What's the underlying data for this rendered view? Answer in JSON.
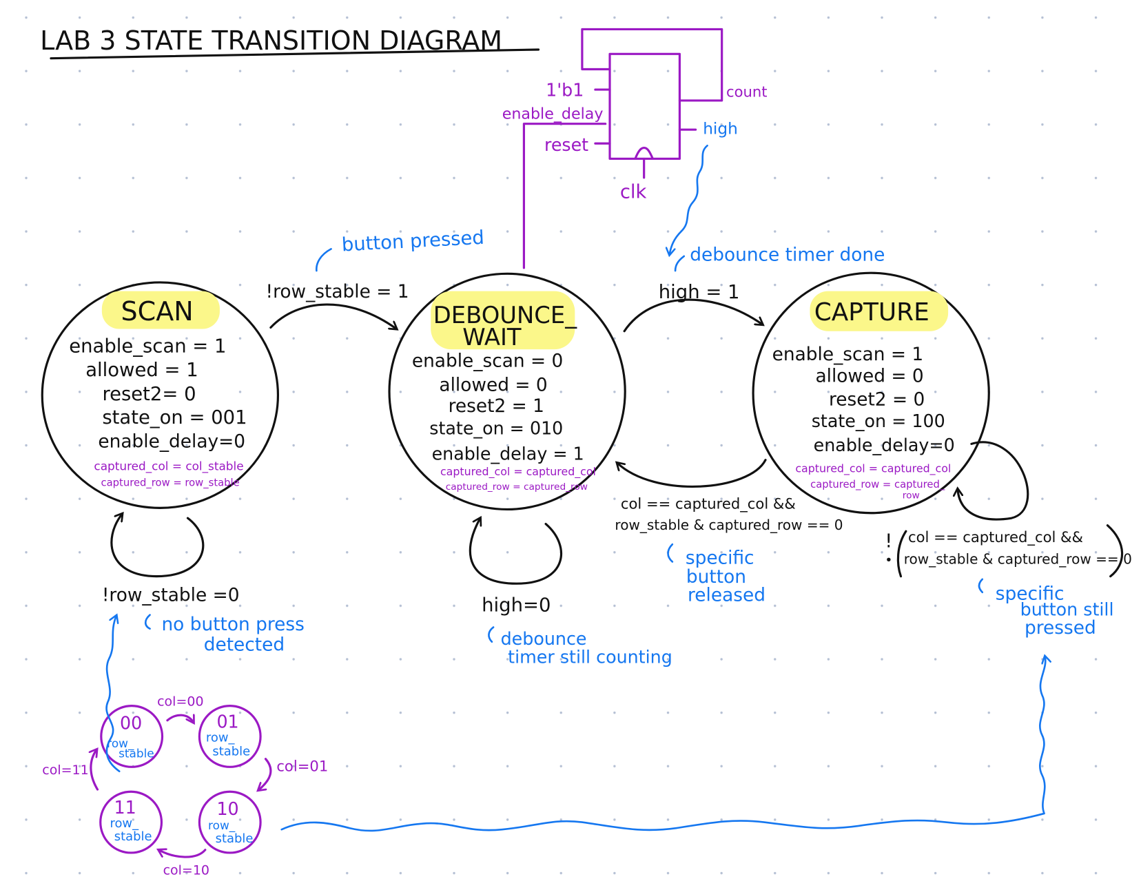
{
  "title": "LAB 3  STATE TRANSITION DIAGRAM",
  "colors": {
    "ink": "#111111",
    "purple": "#9b19c4",
    "blue": "#1577f0",
    "highlight": "#fbf78a",
    "grid_dot": "#b5c0d4"
  },
  "states": {
    "scan": {
      "name": "SCAN",
      "outputs": [
        "enable_scan = 1",
        "allowed = 1",
        "reset2= 0",
        "state_on = 001",
        "enable_delay=0"
      ],
      "captures": [
        "captured_col = col_stable",
        "captured_row = row_stable"
      ]
    },
    "debounce": {
      "name_line1": "DEBOUNCE_",
      "name_line2": "WAIT",
      "outputs": [
        "enable_scan = 0",
        "allowed = 0",
        "reset2 = 1",
        "state_on = 010",
        "enable_delay = 1"
      ],
      "captures": [
        "captured_col = captured_col",
        "captured_row = captured_row"
      ]
    },
    "capture": {
      "name": "CAPTURE",
      "outputs": [
        "enable_scan = 1",
        "allowed = 0",
        "reset2 = 0",
        "state_on = 100",
        "enable_delay=0"
      ],
      "captures": [
        "captured_col = captured_col",
        "captured_row = captured_",
        "row"
      ]
    }
  },
  "transitions": {
    "scan_to_debounce": {
      "condition": "!row_stable = 1",
      "note": "button pressed"
    },
    "debounce_to_capture": {
      "condition": "high = 1",
      "note": "debounce timer done"
    },
    "capture_to_debounce": {
      "condition_line1": "col == captured_col &&",
      "condition_line2": "row_stable & captured_row == 0",
      "note": [
        "specific",
        "button",
        "released"
      ]
    },
    "capture_self": {
      "not": "!",
      "bullet": "•",
      "condition_line1": "col == captured_col &&",
      "condition_line2": "row_stable & captured_row == 0",
      "note": [
        "specific",
        "button still",
        "pressed"
      ]
    },
    "scan_self": {
      "condition": "!row_stable =0",
      "note": [
        "no button press",
        "detected"
      ]
    },
    "debounce_self": {
      "condition": "high=0",
      "note": [
        "debounce",
        "timer still counting"
      ]
    }
  },
  "counter": {
    "in_const": "1'b1",
    "enable": "enable_delay",
    "reset": "reset",
    "clock": "clk",
    "feedback": "count",
    "output": "high"
  },
  "scanner": {
    "states": [
      {
        "code": "00",
        "label1": "row_",
        "label2": "stable"
      },
      {
        "code": "01",
        "label1": "row_",
        "label2": "stable"
      },
      {
        "code": "10",
        "label1": "row_",
        "label2": "stable"
      },
      {
        "code": "11",
        "label1": "row_",
        "label2": "stable"
      }
    ],
    "edges": [
      "col=00",
      "col=01",
      "col=10",
      "col=11"
    ]
  }
}
